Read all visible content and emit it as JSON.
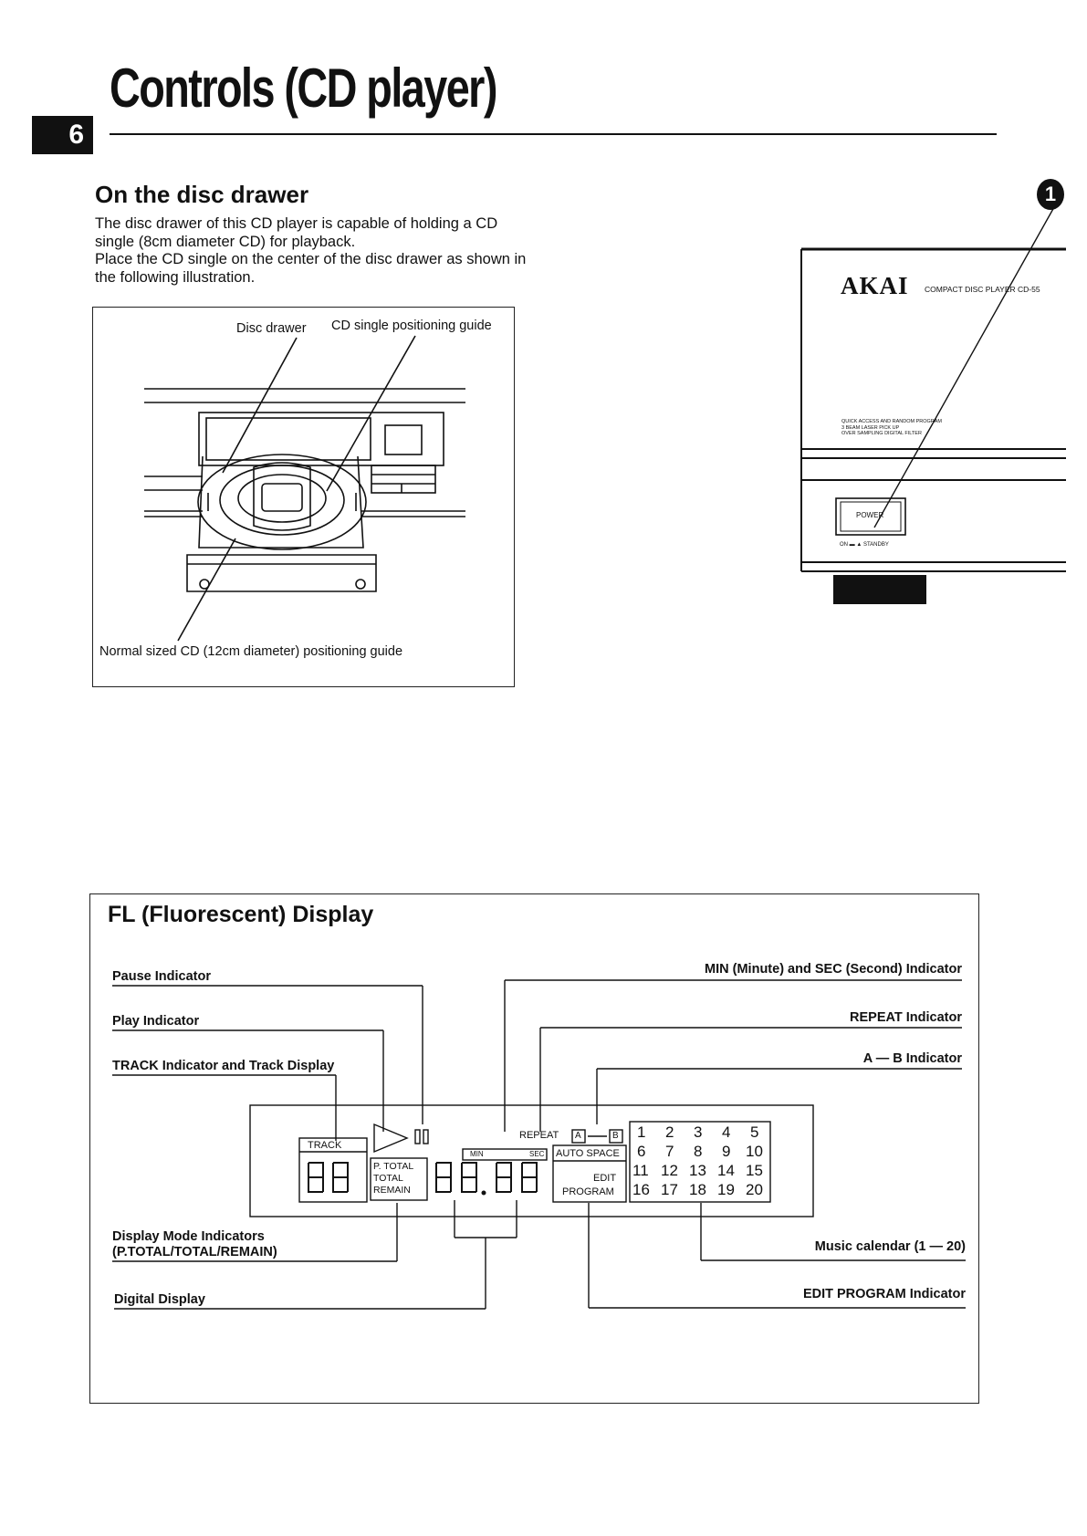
{
  "page": {
    "title": "Controls (CD player)",
    "page_number": "6"
  },
  "disc_drawer": {
    "heading": "On the disc drawer",
    "paragraph_1": "The disc drawer of this CD player is capable of holding a CD single (8cm diameter CD) for playback.",
    "paragraph_2": "Place the CD single on the center of the disc drawer as shown in the following illustration.",
    "illustration": {
      "label_disc_drawer": "Disc drawer",
      "label_cd_single_guide": "CD single positioning guide",
      "label_normal_guide": "Normal sized CD (12cm diameter) positioning guide"
    }
  },
  "player_panel": {
    "step_marker": "1",
    "brand": "AKAI",
    "model_line": "COMPACT DISC PLAYER  CD-55",
    "features": [
      "QUICK ACCESS AND RANDOM PROGRAM",
      "3 BEAM LASER PICK UP",
      "OVER SAMPLING DIGITAL FILTER"
    ],
    "power_label": "POWER",
    "power_states": "ON ▬  ▲ STANDBY"
  },
  "fl_display": {
    "heading": "FL (Fluorescent) Display",
    "labels": {
      "pause": "Pause Indicator",
      "play": "Play Indicator",
      "track": "TRACK Indicator and Track Display",
      "display_mode_1": "Display Mode Indicators",
      "display_mode_2": "(P.TOTAL/TOTAL/REMAIN)",
      "digital": "Digital Display",
      "min_sec": "MIN (Minute) and SEC (Second) Indicator",
      "repeat": "REPEAT Indicator",
      "ab": "A — B Indicator",
      "music_calendar": "Music calendar (1 — 20)",
      "edit_program": "EDIT PROGRAM Indicator"
    },
    "panel": {
      "track": "TRACK",
      "track_digits": "88",
      "modes": [
        "P. TOTAL",
        "TOTAL",
        "REMAIN"
      ],
      "time_digits": "88.88",
      "min": "MIN",
      "sec": "SEC",
      "repeat": "REPEAT",
      "a": "A",
      "b": "B",
      "auto_space": "AUTO SPACE",
      "edit": "EDIT",
      "program": "PROGRAM",
      "calendar": [
        [
          "1",
          "2",
          "3",
          "4",
          "5"
        ],
        [
          "6",
          "7",
          "8",
          "9",
          "10"
        ],
        [
          "11",
          "12",
          "13",
          "14",
          "15"
        ],
        [
          "16",
          "17",
          "18",
          "19",
          "20"
        ]
      ]
    }
  }
}
